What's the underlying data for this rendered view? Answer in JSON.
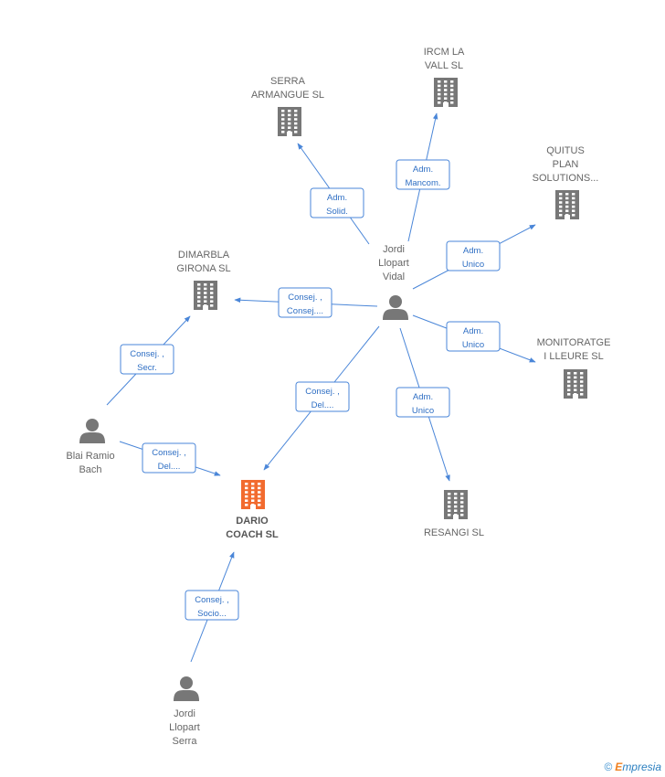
{
  "colors": {
    "accent": "#4a86d8",
    "company": "#777777",
    "focus_company": "#f26b2f",
    "person": "#777777"
  },
  "nodes": [
    {
      "id": "ircm",
      "type": "company",
      "lines": [
        "IRCM LA",
        "VALL  SL"
      ]
    },
    {
      "id": "serra",
      "type": "company",
      "lines": [
        "SERRA",
        "ARMANGUE  SL"
      ]
    },
    {
      "id": "quitus",
      "type": "company",
      "lines": [
        "QUITUS",
        "PLAN",
        "SOLUTIONS..."
      ]
    },
    {
      "id": "dimarbla",
      "type": "company",
      "lines": [
        "DIMARBLA",
        "GIRONA  SL"
      ]
    },
    {
      "id": "jordi_vidal",
      "type": "person",
      "lines": [
        "Jordi",
        "Llopart",
        "Vidal"
      ]
    },
    {
      "id": "monitoratge",
      "type": "company",
      "lines": [
        "MONITORATGE",
        "I LLEURE  SL"
      ]
    },
    {
      "id": "blai",
      "type": "person",
      "lines": [
        "Blai Ramio",
        "Bach"
      ]
    },
    {
      "id": "dario",
      "type": "company",
      "focus": true,
      "lines": [
        "DARIO",
        "COACH  SL"
      ]
    },
    {
      "id": "resangi",
      "type": "company",
      "lines": [
        "RESANGI SL"
      ]
    },
    {
      "id": "jordi_serra",
      "type": "person",
      "lines": [
        "Jordi",
        "Llopart",
        "Serra"
      ]
    }
  ],
  "edges": [
    {
      "from": "jordi_vidal",
      "to": "serra",
      "label": [
        "Adm.",
        "Solid."
      ]
    },
    {
      "from": "jordi_vidal",
      "to": "ircm",
      "label": [
        "Adm.",
        "Mancom."
      ]
    },
    {
      "from": "jordi_vidal",
      "to": "quitus",
      "label": [
        "Adm.",
        "Unico"
      ]
    },
    {
      "from": "jordi_vidal",
      "to": "dimarbla",
      "label": [
        "Consej. ,",
        "Consej...."
      ]
    },
    {
      "from": "jordi_vidal",
      "to": "monitoratge",
      "label": [
        "Adm.",
        "Unico"
      ]
    },
    {
      "from": "jordi_vidal",
      "to": "dario",
      "label": [
        "Consej. ,",
        "Del...."
      ]
    },
    {
      "from": "jordi_vidal",
      "to": "resangi",
      "label": [
        "Adm.",
        "Unico"
      ]
    },
    {
      "from": "blai",
      "to": "dimarbla",
      "label": [
        "Consej. ,",
        "Secr."
      ]
    },
    {
      "from": "blai",
      "to": "dario",
      "label": [
        "Consej. ,",
        "Del...."
      ]
    },
    {
      "from": "jordi_serra",
      "to": "dario",
      "label": [
        "Consej. ,",
        "Socio..."
      ]
    }
  ],
  "footer": {
    "copyright": "©",
    "brand_first": "E",
    "brand_rest": "mpresia"
  }
}
